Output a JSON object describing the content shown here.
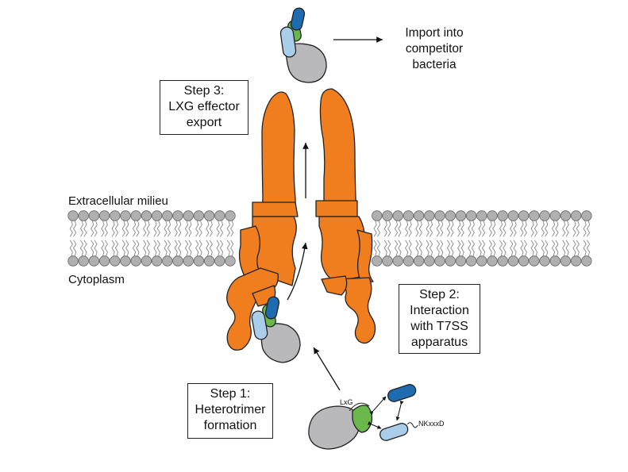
{
  "labels": {
    "extracellular": "Extracellular milieu",
    "cytoplasm": "Cytoplasm",
    "lxg": "LxG",
    "nk": "NKxxxD"
  },
  "import_text": [
    "Import into",
    "competitor",
    "bacteria"
  ],
  "steps": [
    {
      "lines": [
        "Step 3:",
        "LXG effector",
        "export"
      ]
    },
    {
      "lines": [
        "Step 2:",
        "Interaction",
        "with T7SS",
        "apparatus"
      ]
    },
    {
      "lines": [
        "Step 1:",
        "Heterotrimer",
        "formation"
      ]
    }
  ],
  "colors": {
    "apparatus": "#f07d1e",
    "gray_domain": "#b9b9bb",
    "green_domain": "#6ab84c",
    "dark_blue_domain": "#1f6bb0",
    "light_blue_domain": "#aacde9",
    "lipid_head": "#b0b0b0"
  }
}
